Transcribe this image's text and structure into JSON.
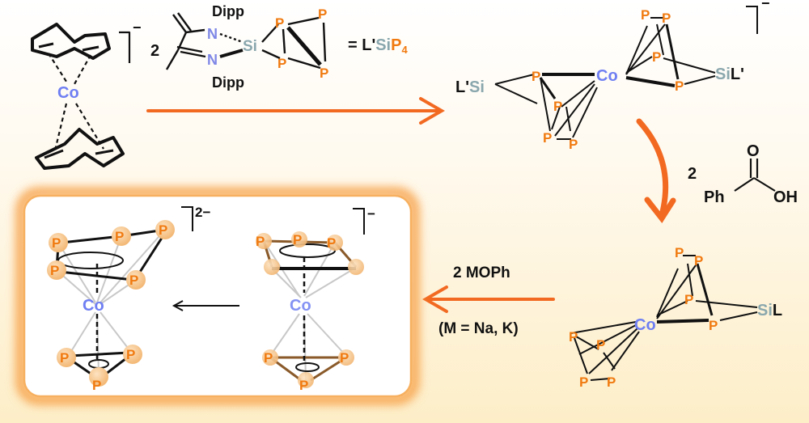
{
  "colors": {
    "phosphorus": "#f07a10",
    "cobalt": "#6f7ff2",
    "silicon": "#8aa7ad",
    "nitrogen": "#7e87e6",
    "arrow": "#f26a22",
    "bg_top": "#ffffff",
    "bg_bottom": "#fdeec8",
    "box_glow": "#f7a24a"
  },
  "labels": {
    "P": "P",
    "Co": "Co",
    "Si": "Si",
    "N": "N",
    "L": "L",
    "L_prime": "L'",
    "dipp": "Dipp",
    "charge_minus": "−",
    "charge_2minus": "2−"
  },
  "reaction": {
    "reagent_coefficient": "2",
    "silylene_definition_prefix": "= L'",
    "silylene_definition_si": "Si",
    "silylene_definition_p": "P",
    "silylene_definition_sub": "4",
    "acid_coefficient": "2",
    "acid_ph": "Ph",
    "acid_o": "O",
    "acid_oh": "OH",
    "base_label": "2 MOPh",
    "base_condition": "(M = Na, K)"
  }
}
